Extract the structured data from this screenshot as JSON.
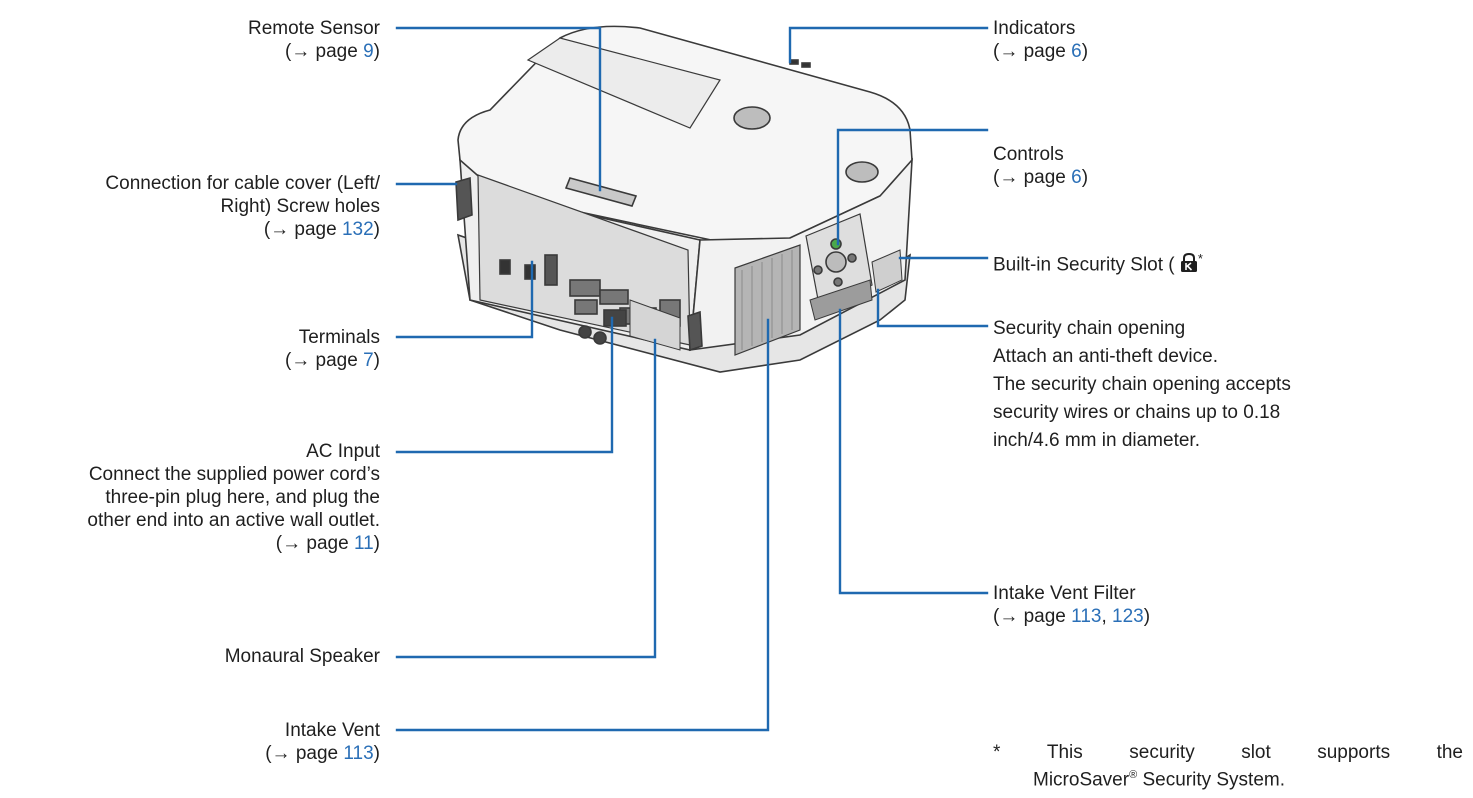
{
  "colors": {
    "leader_line": "#1f69b0",
    "page_link": "#2a6fb7",
    "text": "#1f1f1f"
  },
  "labels": {
    "remote_sensor": {
      "title": "Remote Sensor",
      "page_prefix": "(→ page ",
      "page": "9",
      "page_suffix": ")"
    },
    "cable_cover": {
      "line1": "Connection for cable cover (Left/",
      "line2": "Right) Screw holes",
      "page_prefix": "(→ page ",
      "page": "132",
      "page_suffix": ")"
    },
    "terminals": {
      "title": "Terminals",
      "page_prefix": "(→ page ",
      "page": "7",
      "page_suffix": ")"
    },
    "ac_input": {
      "title": "AC Input",
      "line1": "Connect the supplied power cord’s",
      "line2": "three-pin plug here, and plug the",
      "line3": "other end into an active wall outlet.",
      "page_prefix": "(→ page ",
      "page": "11",
      "page_suffix": ")"
    },
    "monaural_speaker": {
      "title": "Monaural Speaker"
    },
    "intake_vent": {
      "title": "Intake Vent",
      "page_prefix": "(→ page ",
      "page": "113",
      "page_suffix": ")"
    },
    "indicators": {
      "title": "Indicators",
      "page_prefix": "(→ page ",
      "page": "6",
      "page_suffix": ")"
    },
    "controls": {
      "title": "Controls",
      "page_prefix": "(→ page ",
      "page": "6",
      "page_suffix": ")"
    },
    "security_slot": {
      "title": "Built-in Security Slot (",
      "icon": "lock-k-icon",
      "suffix": "*"
    },
    "security_chain": {
      "title": "Security chain opening",
      "line1": "Attach an anti-theft device.",
      "line2": "The security chain opening accepts",
      "line3": "security wires or chains up to 0.18",
      "line4": "inch/4.6 mm in diameter."
    },
    "intake_vent_filter": {
      "title": "Intake Vent Filter",
      "page_prefix": "(→ page ",
      "page1": "113",
      "sep": ", ",
      "page2": "123",
      "page_suffix": ")"
    }
  },
  "footnote": {
    "marker": "*",
    "words": [
      "This",
      "security",
      "slot",
      "supports",
      "the"
    ],
    "line2_prefix": "MicroSaver",
    "reg": "®",
    "line2_suffix": " Security System."
  }
}
